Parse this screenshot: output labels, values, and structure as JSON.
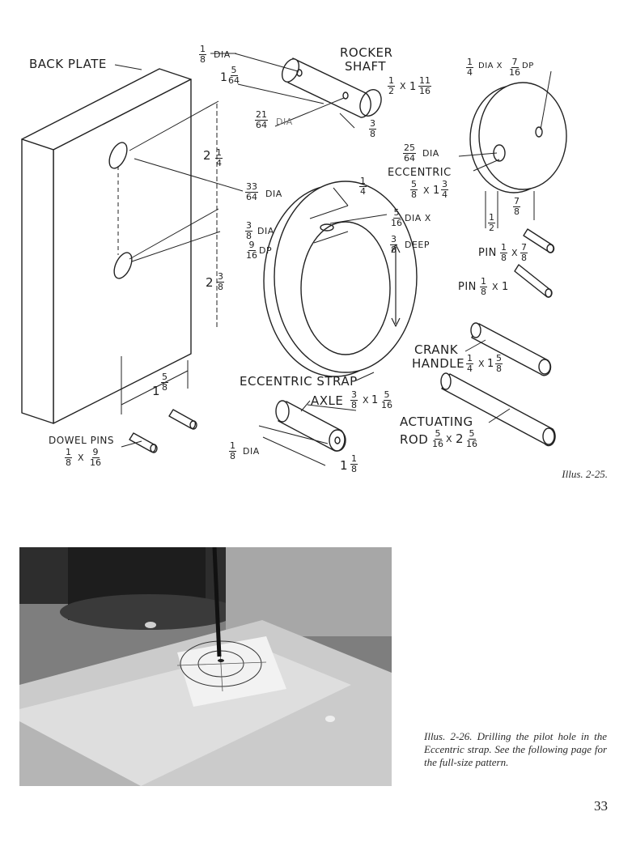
{
  "labels": {
    "back_plate": "BACK PLATE",
    "dia_1_8_top": "DIA",
    "rocker_shaft_1": "ROCKER",
    "rocker_shaft_2": "SHAFT",
    "dia_21_64": "DIA",
    "dia_33_64": "DIA",
    "dia_3_8": "DIA",
    "dp_9_16": "DP",
    "dia_25_64": "DIA",
    "eccentric": "ECCENTRIC",
    "dia_x_dp_top": "DIA X",
    "dp_top": "DP",
    "dia_x_5_16": "DIA X",
    "deep_3_8": "DEEP",
    "pin_7_8": "PIN",
    "pin_1": "PIN",
    "eccentric_strap": "ECCENTRIC STRAP",
    "crank_handle_1": "CRANK",
    "crank_handle_2": "HANDLE",
    "axle": "AXLE",
    "actuating_rod_1": "ACTUATING",
    "actuating_rod_2": "ROD",
    "dowel_pins": "DOWEL PINS",
    "dia_1_8_bottom": "DIA",
    "x": "X"
  },
  "fractions": {
    "f1_8": [
      "1",
      "8"
    ],
    "f5_64": [
      "5",
      "64"
    ],
    "f21_64": [
      "21",
      "64"
    ],
    "f3_8": [
      "3",
      "8"
    ],
    "f1_2": [
      "1",
      "2"
    ],
    "f11_16": [
      "11",
      "16"
    ],
    "f1_4": [
      "1",
      "4"
    ],
    "f7_16": [
      "7",
      "16"
    ],
    "f33_64": [
      "33",
      "64"
    ],
    "f9_16": [
      "9",
      "16"
    ],
    "f25_64": [
      "25",
      "64"
    ],
    "f5_8": [
      "5",
      "8"
    ],
    "f3_4": [
      "3",
      "4"
    ],
    "f7_8": [
      "7",
      "8"
    ],
    "f5_16": [
      "5",
      "16"
    ]
  },
  "whole": {
    "one": "1",
    "two": "2"
  },
  "captions": {
    "illus_25": "Illus. 2-25.",
    "illus_26": "Illus. 2-26. Drilling the pilot hole in the Eccentric strap. See the following page for the full-size pattern."
  },
  "page_number": "33"
}
